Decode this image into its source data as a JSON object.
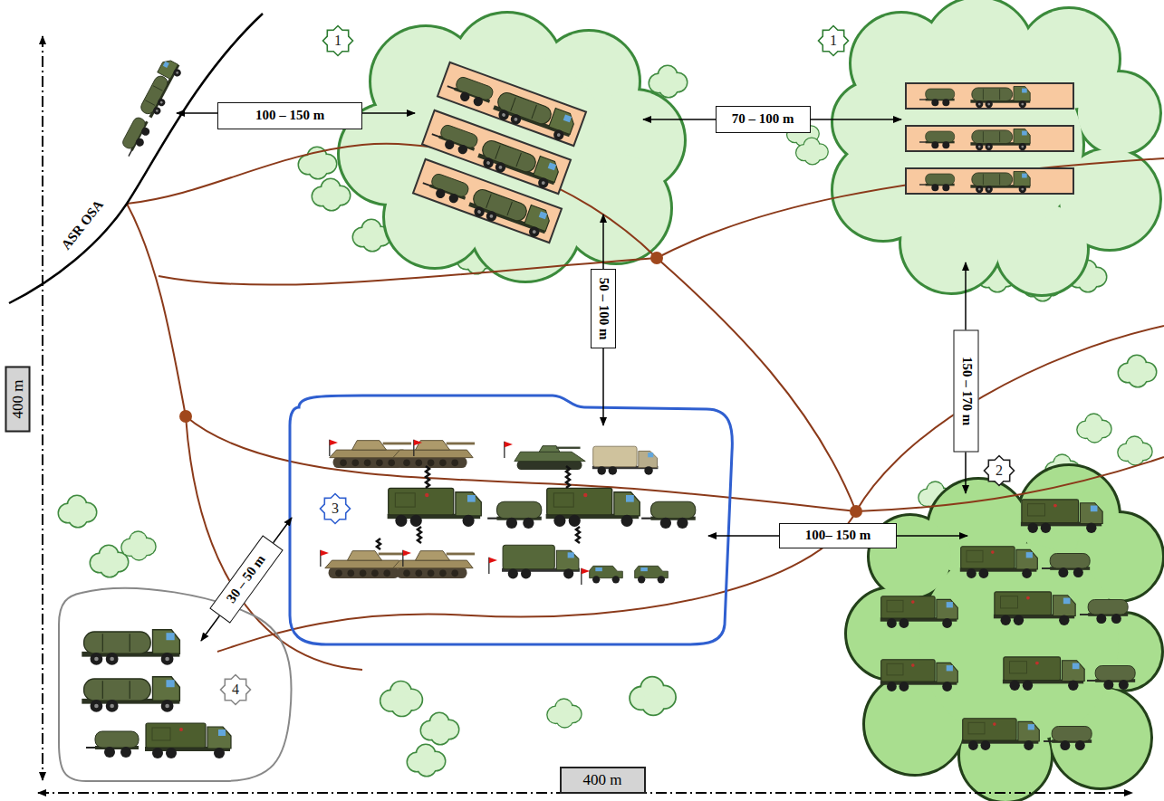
{
  "diagram": {
    "nodes": [
      {
        "text": [
          "1"
        ]
      },
      {
        "text": [
          "100 – 150 m"
        ]
      },
      {
        "text": [
          "1"
        ]
      },
      {
        "text": [
          "70 – 100 m"
        ]
      },
      {
        "text": [
          "50 – 100 m"
        ]
      },
      {
        "text": [
          "150 – 170 m"
        ]
      },
      {
        "text": [
          "400 m"
        ]
      },
      {
        "text": [
          "2"
        ]
      },
      {
        "text": [
          "3"
        ]
      },
      {
        "text": [
          "100– 150 m"
        ]
      },
      {
        "text": [
          "30 – 50 m"
        ]
      },
      {
        "text": [
          "4"
        ]
      },
      {
        "text": [
          "400 m"
        ]
      }
    ],
    "labels": [
      "ASR OSA"
    ]
  }
}
